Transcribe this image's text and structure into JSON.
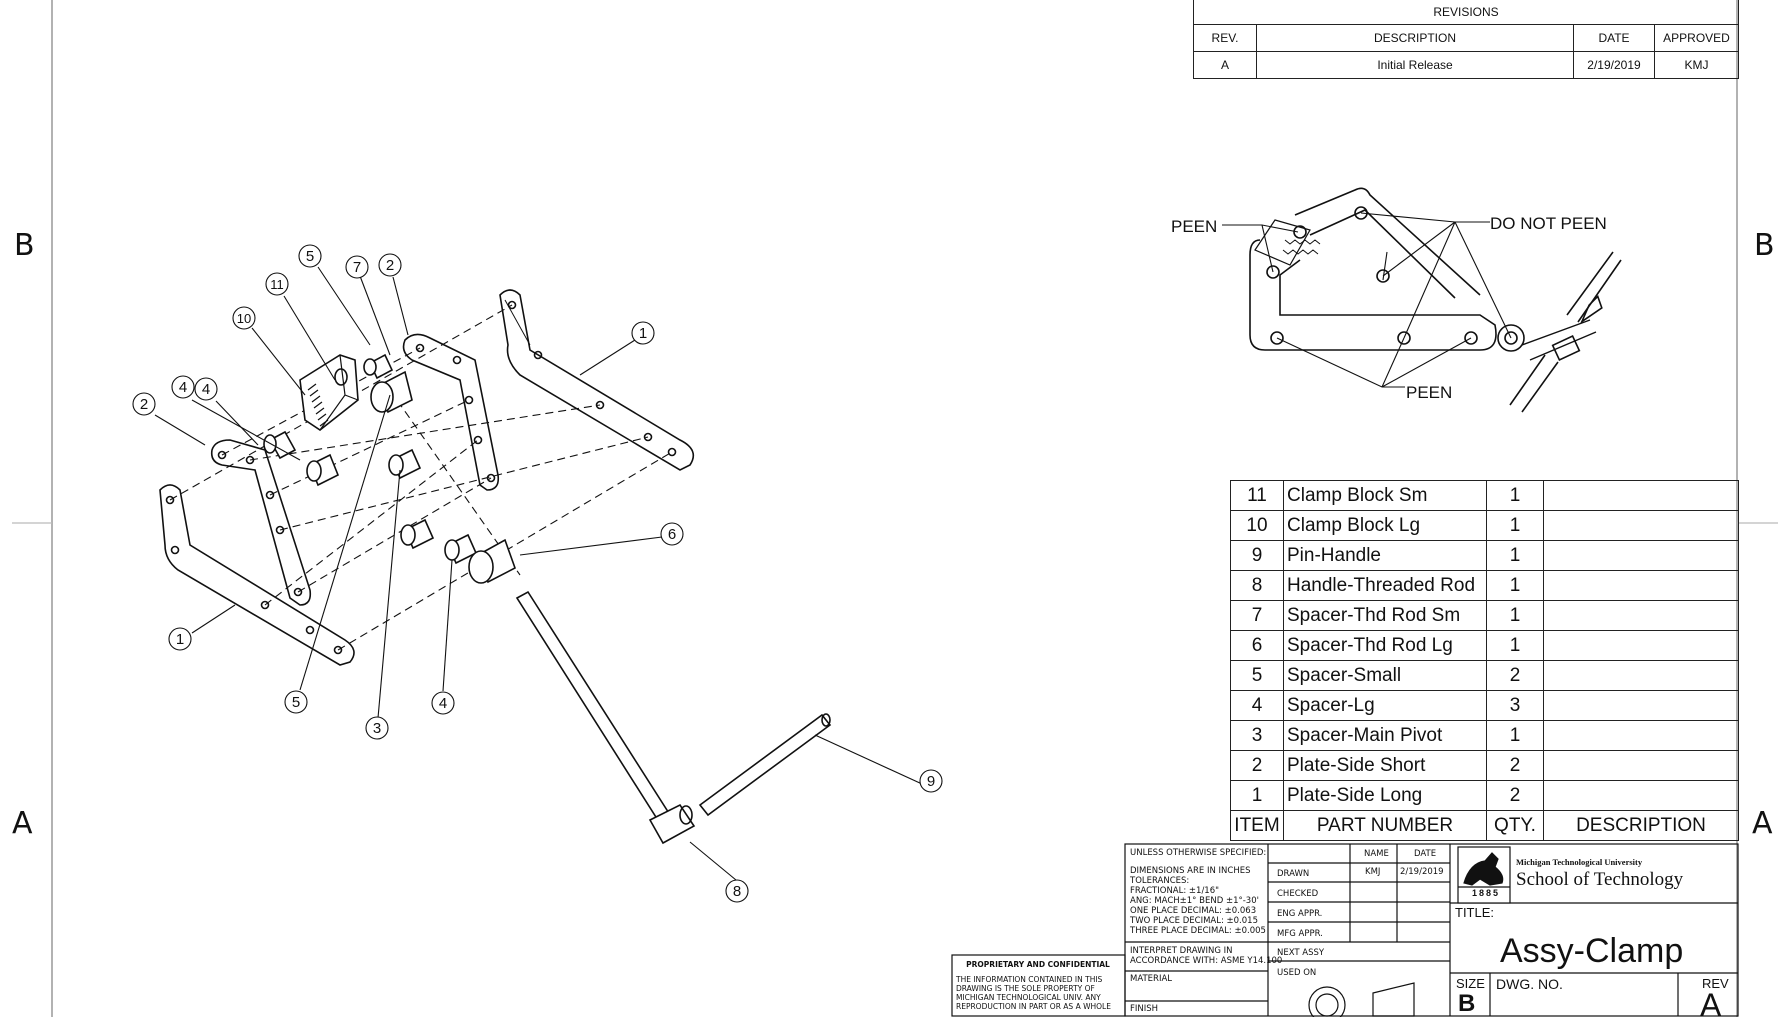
{
  "zones": {
    "b_left": "B",
    "b_right": "B",
    "a_left": "A",
    "a_right": "A"
  },
  "revisions": {
    "title": "REVISIONS",
    "headers": [
      "REV.",
      "DESCRIPTION",
      "DATE",
      "APPROVED"
    ],
    "rows": [
      [
        "A",
        "Initial Release",
        "2/19/2019",
        "KMJ"
      ]
    ]
  },
  "detail_view": {
    "peen_left": "PEEN",
    "do_not_peen": "DO NOT PEEN",
    "peen_bottom": "PEEN"
  },
  "balloons": [
    "5",
    "7",
    "2",
    "11",
    "10",
    "4",
    "4",
    "2",
    "1",
    "6",
    "1",
    "5",
    "3",
    "4",
    "9",
    "8"
  ],
  "bom": {
    "headers": [
      "ITEM",
      "PART NUMBER",
      "QTY.",
      "DESCRIPTION"
    ],
    "rows": [
      [
        "11",
        "Clamp Block Sm",
        "1",
        ""
      ],
      [
        "10",
        "Clamp Block Lg",
        "1",
        ""
      ],
      [
        "9",
        "Pin-Handle",
        "1",
        ""
      ],
      [
        "8",
        "Handle-Threaded Rod",
        "1",
        ""
      ],
      [
        "7",
        "Spacer-Thd Rod Sm",
        "1",
        ""
      ],
      [
        "6",
        "Spacer-Thd Rod Lg",
        "1",
        ""
      ],
      [
        "5",
        "Spacer-Small",
        "2",
        ""
      ],
      [
        "4",
        "Spacer-Lg",
        "3",
        ""
      ],
      [
        "3",
        "Spacer-Main Pivot",
        "1",
        ""
      ],
      [
        "2",
        "Plate-Side Short",
        "2",
        ""
      ],
      [
        "1",
        "Plate-Side Long",
        "2",
        ""
      ]
    ]
  },
  "title_block": {
    "unless": "UNLESS OTHERWISE SPECIFIED:",
    "tolerances": [
      "DIMENSIONS ARE IN INCHES",
      "TOLERANCES:",
      "FRACTIONAL: ±1/16\"",
      "ANG: MACH±1°  BEND ±1°-30'",
      "ONE PLACE DECIMAL: ±0.063",
      "TWO PLACE DECIMAL: ±0.015",
      "THREE PLACE DECIMAL: ±0.005"
    ],
    "interpret": [
      "INTERPRET DRAWING IN",
      "ACCORDANCE WITH: ASME Y14.100"
    ],
    "material": "MATERIAL",
    "finish": "FINISH",
    "name_col": "NAME",
    "date_col": "DATE",
    "rows": [
      "DRAWN",
      "CHECKED",
      "ENG APPR.",
      "MFG APPR.",
      "NEXT ASSY",
      "USED ON"
    ],
    "drawn_name": "KMJ",
    "drawn_date": "2/19/2019",
    "university": "Michigan Technological University",
    "school": "School of Technology",
    "logo_year": "1885",
    "title_label": "TITLE:",
    "title": "Assy-Clamp",
    "size_label": "SIZE",
    "size": "B",
    "dwg_label": "DWG.  NO.",
    "rev_label": "REV",
    "rev": "A",
    "proprietary_title": "PROPRIETARY AND CONFIDENTIAL",
    "proprietary_text": [
      "THE INFORMATION CONTAINED IN THIS",
      "DRAWING IS THE SOLE PROPERTY OF",
      "MICHIGAN TECHNOLOGICAL UNIV.  ANY",
      "REPRODUCTION IN PART OR AS A WHOLE"
    ]
  }
}
